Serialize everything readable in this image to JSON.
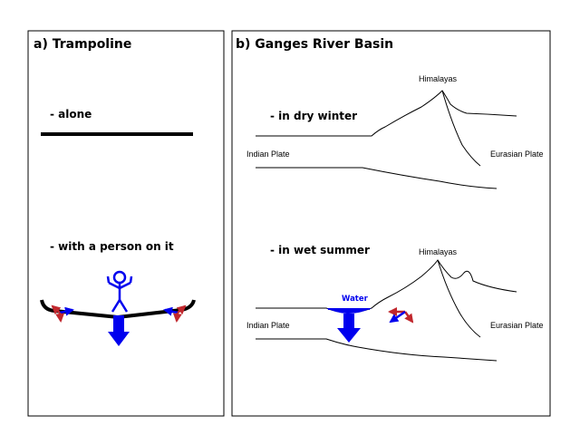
{
  "panel_a": {
    "title": "a) Trampoline",
    "alone_label": "- alone",
    "person_label": "- with a person on it"
  },
  "panel_b": {
    "title": "b) Ganges River Basin",
    "winter": {
      "label": "- in dry winter",
      "mountain_label": "Himalayas",
      "left_plate": "Indian Plate",
      "right_plate": "Eurasian Plate"
    },
    "summer": {
      "label": "- in wet summer",
      "mountain_label": "Himalayas",
      "water_label": "Water",
      "left_plate": "Indian Plate",
      "right_plate": "Eurasian Plate"
    }
  },
  "colors": {
    "load_arrow": "#0000ee",
    "reaction_arrow": "#c1272d",
    "stick_figure": "#0000ee",
    "line": "#000000"
  }
}
